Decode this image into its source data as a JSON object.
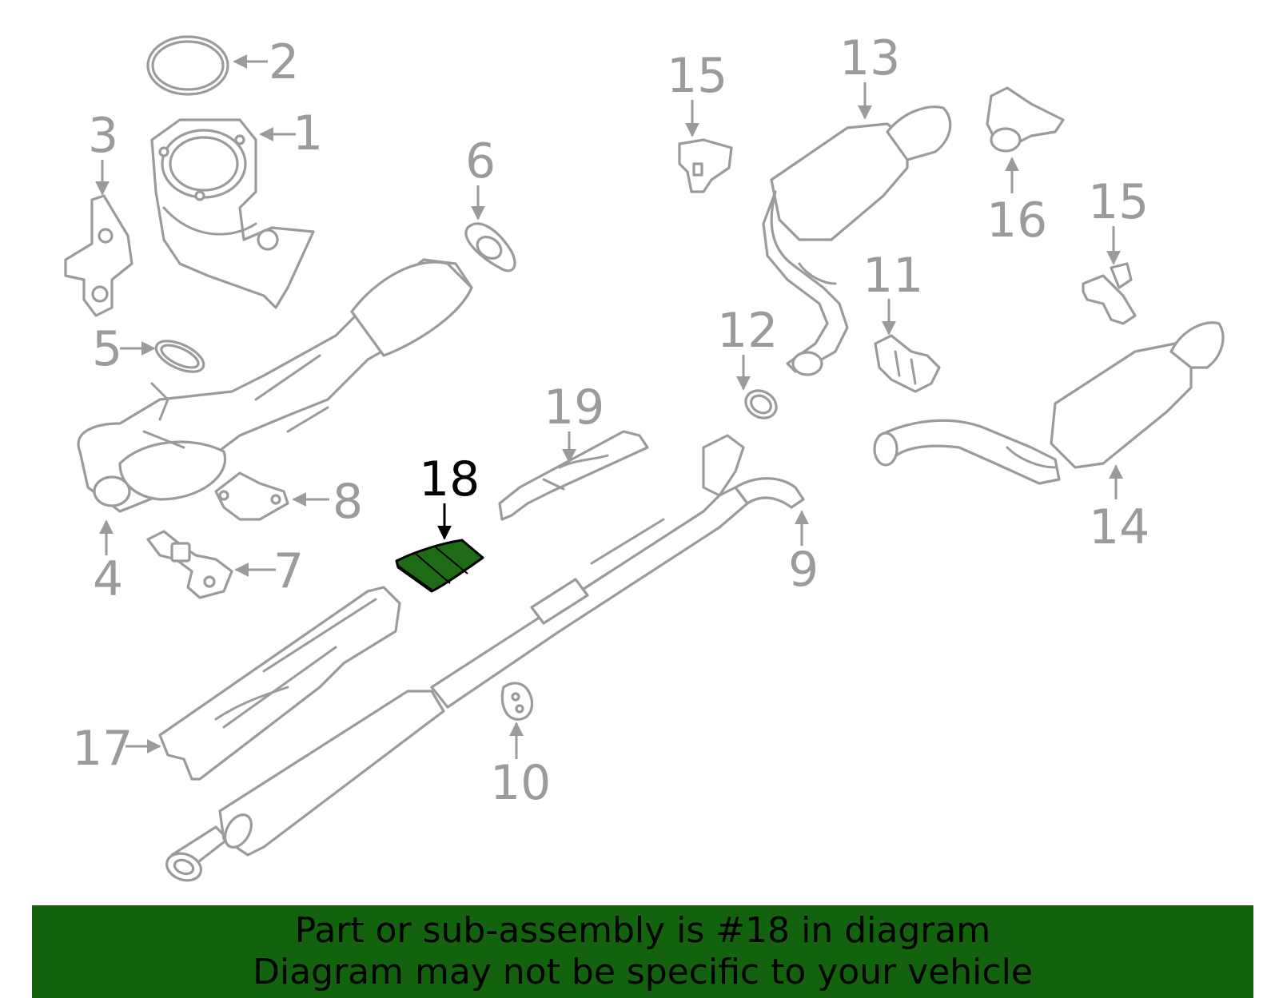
{
  "colors": {
    "part_stroke": "#9b9b9b",
    "highlight_fill": "#1d6b14",
    "banner_bg": "#12620e",
    "highlight_label": "#000000"
  },
  "highlighted_part": "18",
  "callouts": {
    "c1": "1",
    "c2": "2",
    "c3": "3",
    "c4": "4",
    "c5": "5",
    "c6": "6",
    "c7": "7",
    "c8": "8",
    "c9": "9",
    "c10": "10",
    "c11": "11",
    "c12": "12",
    "c13": "13",
    "c14": "14",
    "c15a": "15",
    "c15b": "15",
    "c16": "16",
    "c17": "17",
    "c18": "18",
    "c19": "19"
  },
  "banner": {
    "line1": "Part or sub-assembly is #18 in diagram",
    "line2": "Diagram may not be specific to your vehicle"
  }
}
